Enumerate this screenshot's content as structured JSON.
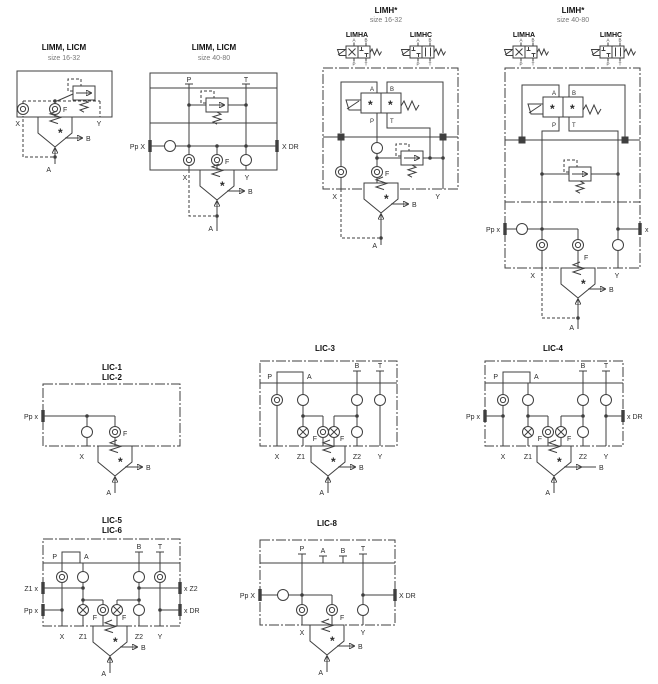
{
  "palette": {
    "line": "#3f3f3f",
    "text": "#2b2b2b",
    "subtitle": "#787878",
    "background": "#ffffff"
  },
  "sym": {
    "star": "*",
    "a": "A",
    "b": "B",
    "p": "P",
    "t": "T"
  },
  "d1": {
    "title": "LIMM, LICM",
    "subtitle": "size 16-32",
    "f": "F",
    "x": "X",
    "y": "Y",
    "b": "B",
    "a": "A"
  },
  "d2": {
    "title": "LIMM, LICM",
    "subtitle": "size 40-80",
    "p": "P",
    "t": "T",
    "pp": "Pp X",
    "xdr": "X DR",
    "f": "F",
    "x": "X",
    "y": "Y",
    "b": "B",
    "a": "A"
  },
  "d3": {
    "title": "LIMH*",
    "subtitle": "size 16-32",
    "limha": "LIMHA",
    "limhc": "LIMHC",
    "f": "F",
    "x": "X",
    "y": "Y",
    "b": "B",
    "a": "A"
  },
  "d4": {
    "title": "LIMH*",
    "subtitle": "size 40-80",
    "limha": "LIMHA",
    "limhc": "LIMHC",
    "pp": "Pp x",
    "xr": "x",
    "f": "F",
    "x": "X",
    "y": "Y",
    "b": "B",
    "a": "A"
  },
  "d5": {
    "title1": "LIC-1",
    "title2": "LIC-2",
    "pp": "Pp x",
    "f": "F",
    "x": "X",
    "b": "B",
    "a": "A"
  },
  "d6": {
    "title": "LIC-3",
    "p": "P",
    "atop": "A",
    "btop": "B",
    "t": "T",
    "f1": "F",
    "f2": "F",
    "x": "X",
    "z1": "Z1",
    "z2": "Z2",
    "y": "Y",
    "b": "B",
    "a": "A"
  },
  "d7": {
    "title": "LIC-4",
    "p": "P",
    "atop": "A",
    "btop": "B",
    "t": "T",
    "pp": "Pp x",
    "dr": "x DR",
    "f1": "F",
    "f2": "F",
    "x": "X",
    "z1": "Z1",
    "z2": "Z2",
    "y": "Y",
    "b": "B",
    "a": "A"
  },
  "d8": {
    "title1": "LIC-5",
    "title2": "LIC-6",
    "p": "P",
    "atop": "A",
    "btop": "B",
    "t": "T",
    "z1s": "Z1 x",
    "z2s": "x Z2",
    "pp": "Pp x",
    "dr": "x DR",
    "f1": "F",
    "f2": "F",
    "x": "X",
    "z1": "Z1",
    "z2": "Z2",
    "y": "Y",
    "b": "B",
    "a": "A"
  },
  "d9": {
    "title": "LIC-8",
    "p": "P",
    "atop": "A",
    "btop": "B",
    "t": "T",
    "pp": "Pp X",
    "dr": "X DR",
    "f": "F",
    "x": "X",
    "y": "Y",
    "b": "B",
    "a": "A"
  }
}
